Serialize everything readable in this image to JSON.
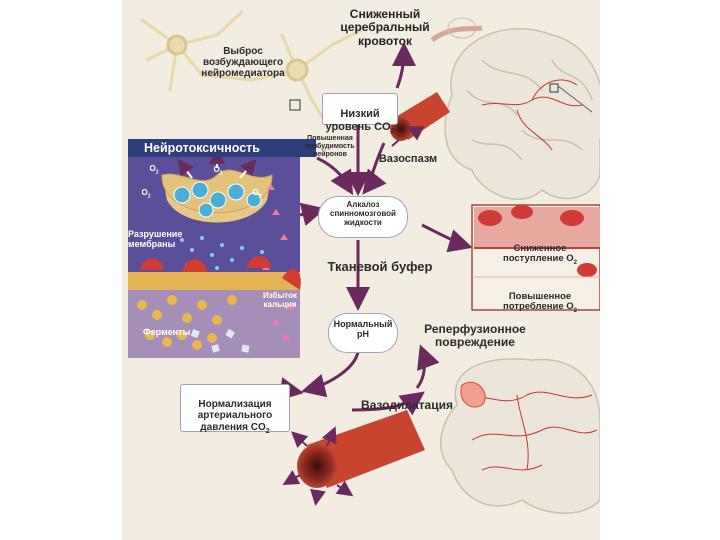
{
  "labels": {
    "neurotransmitter_release": "Выброс\nвозбуждающего\nнейромедиатора",
    "reduced_blood_flow": "Сниженный\nцеребральный\nкровоток",
    "low_co2": "Низкий\nуровень CO",
    "low_co2_sub": "2",
    "neurotoxicity": "Нейротоксичность",
    "increased_excitability": "Повышенная\nвозбудимость\nнейронов",
    "vasospasm": "Вазоспазм",
    "alkalosis": "Алкалоз\nспинномозговой\nжидкости",
    "membrane_damage": "Разрушение\nмембраны",
    "reduced_o2_supply": "Сниженное\nпоступление O",
    "reduced_o2_supply_sub": "2",
    "tissue_buffer": "Тканевой буфер",
    "increased_o2_demand": "Повышенное\nпотребление O",
    "increased_o2_demand_sub": "2",
    "excess_calcium": "Избыток\nкальция",
    "enzymes": "Ферменты",
    "normal_ph": "Нормальный\npH",
    "reperfusion_injury": "Реперфузионное\nповреждение",
    "normalization": "Нормализация\nартериального\nдавления CO",
    "normalization_sub": "2",
    "vasodilation": "Вазодилатация",
    "o2_mark": "O",
    "o2_mark_sub": "2"
  },
  "colors": {
    "arrow": "#6b2a5e",
    "panel_bg": "#f3ece0",
    "title_bar": "#2c3f79",
    "brain": "#ece6da",
    "vessel_red": "#c83a2c",
    "cell_purple": "#5a4a9a",
    "dot_blue": "#3a9be0",
    "dot_pink": "#e0608a",
    "lipid_orange": "#e4b04a"
  }
}
